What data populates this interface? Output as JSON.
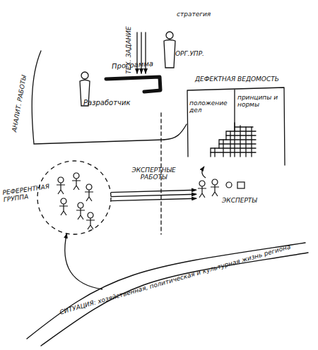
{
  "diagram": {
    "nodes": [
      {
        "text": [
          "ДЕФЕКТНАЯ ВЕДОМОСТЬ"
        ]
      },
      {
        "text": [
          "положение дел"
        ],
        "in": 0
      },
      {
        "text": [
          "принципы и нормы"
        ],
        "in": 0
      },
      {
        "text": [
          "РЕФЕРЕНТНАЯ ГРУППА"
        ]
      },
      {
        "text": [
          "ЭКСПЕРТЫ"
        ]
      },
      {
        "text": [
          "СИТУАЦИЯ: хозяйственная, политическая и культурная жизнь региона"
        ]
      }
    ],
    "edges": [
      {
        "from": 3,
        "to": 4,
        "arrow": "to",
        "label": "ЭКСПЕРТНЫЕ РАБОТЫ"
      },
      {
        "from": 4,
        "to": 0,
        "arrow": "to"
      },
      {
        "from": 5,
        "to": 3,
        "arrow": "to"
      }
    ],
    "labels": [
      "стратегия",
      "ТЕХ. ЗАДАНИЕ",
      "ОРГ.УПР.",
      "Программа",
      "Разработчик",
      "АНАЛИТ. РАБОТЫ"
    ]
  }
}
